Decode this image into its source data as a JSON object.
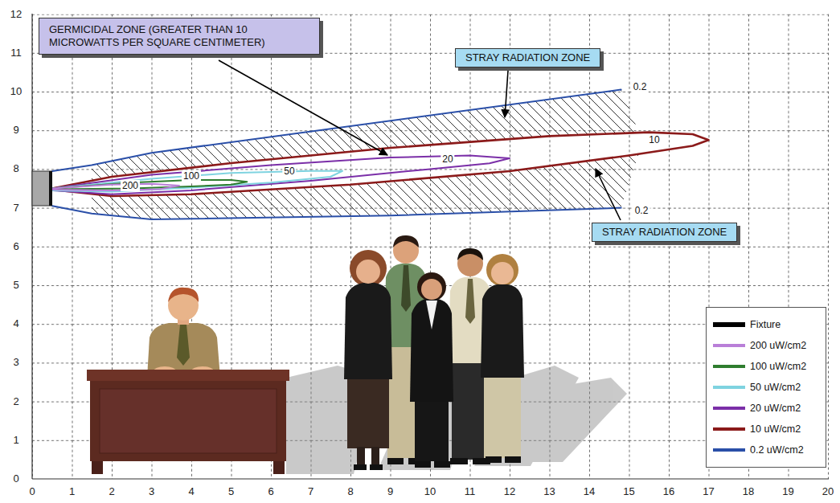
{
  "diagram": {
    "nodes": [
      {
        "text": [
          "GERMICIDAL ZONE (GREATER THAN 10 MICROWATTS PER SQUARE CENTIMETER)"
        ]
      },
      {
        "text": [
          "STRAY RADIATION ZONE"
        ]
      },
      {
        "text": [
          "STRAY RADIATION ZONE"
        ]
      }
    ],
    "labels": [
      "0",
      "1",
      "2",
      "3",
      "4",
      "5",
      "6",
      "7",
      "8",
      "9",
      "10",
      "11",
      "12",
      "0",
      "1",
      "2",
      "3",
      "4",
      "5",
      "6",
      "7",
      "8",
      "9",
      "10",
      "11",
      "12",
      "13",
      "14",
      "15",
      "16",
      "17",
      "18",
      "19",
      "20",
      "0.2",
      "10",
      "20",
      "50",
      "100",
      "200",
      "0.2"
    ],
    "legend": [
      {
        "text": "Fixture",
        "color": "#000000"
      },
      {
        "text": "200 uW/cm2",
        "color": "#b97fd8"
      },
      {
        "text": "100 uW/cm2",
        "color": "#2f7d2f"
      },
      {
        "text": "50 uW/cm2",
        "color": "#7fd3e0"
      },
      {
        "text": "20 uW/cm2",
        "color": "#7b2fa8"
      },
      {
        "text": "10 uW/cm2",
        "color": "#8b1a1a"
      },
      {
        "text": "0.2 uW/cm2",
        "color": "#2a4fa8"
      }
    ]
  }
}
